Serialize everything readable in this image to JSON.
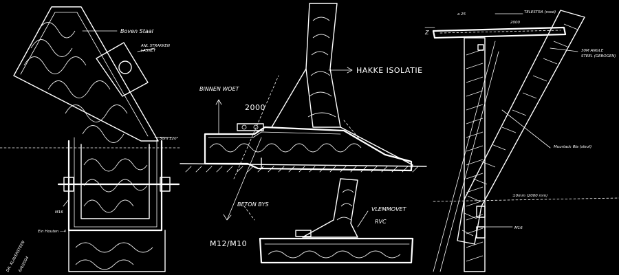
{
  "labels": {
    "left_steel": "Boven Staal",
    "left_plate_note_1": "ANL STRAKKEN",
    "left_plate_note_2": "LASNET",
    "left_level": "30m 120°",
    "left_bolt": "M16",
    "left_bottom_note": "Ein Houten —4",
    "left_signature_1": "DR. KLAVERSTEEN",
    "left_signature_2": "6/4/2004",
    "mid_top_label": "HAKKE ISOLATIE",
    "mid_inner_wall": "BINNEN WOET",
    "mid_dimension": "2000",
    "mid_concrete": "BETON BYS",
    "mid_bolts": "M12/M10",
    "mid_floor_1": "VLEMMOVET",
    "mid_floor_2": "RVC",
    "right_dim_top": "a 25",
    "right_roof": "TELESTRA (rood)",
    "right_dim_roof": "2000",
    "right_steel_1": "30M ANGLE",
    "right_steel_2": "STEEL (GEBOGEN)",
    "right_wall": "Muurtack Wa (sleuf)",
    "right_level": "±0mm (2000 mm)",
    "right_bolt": "M16",
    "right_floor_marker": "Z"
  },
  "colors": {
    "background": "#000000",
    "ink": "#ffffff"
  }
}
